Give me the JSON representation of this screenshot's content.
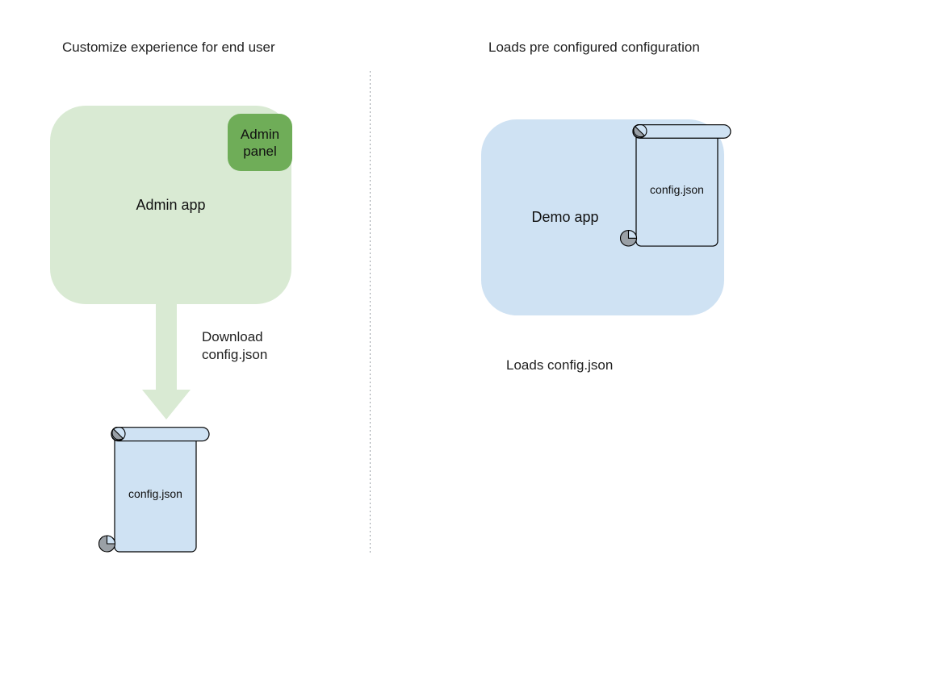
{
  "left_section": {
    "title": "Customize experience for end user",
    "admin_app_label": "Admin app",
    "admin_panel_label": "Admin panel",
    "arrow_label": "Download config.json",
    "config_file_label": "config.json"
  },
  "right_section": {
    "title": "Loads pre configured configuration",
    "demo_app_label": "Demo app",
    "config_file_label": "config.json",
    "caption": "Loads config.json"
  },
  "colors": {
    "admin_app_fill": "#d9ead3",
    "admin_panel_fill": "#6fad58",
    "demo_app_fill": "#cfe2f3",
    "scroll_fill": "#cfe2f3",
    "scroll_curl_gray": "#9aa0a6",
    "outline": "#000000",
    "arrow_fill": "#d9ead3",
    "divider_gray": "#9aa0a6",
    "text": "#1f1f1f"
  }
}
